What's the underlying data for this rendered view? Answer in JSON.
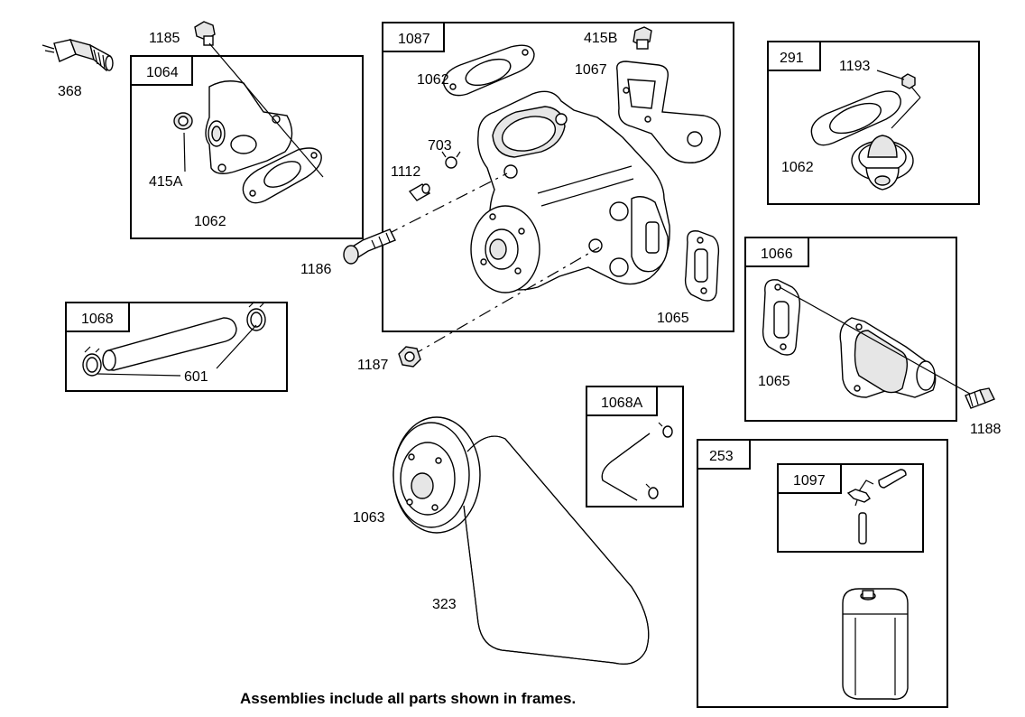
{
  "frames": {
    "f1087": "1087",
    "f1064": "1064",
    "f291": "291",
    "f1068": "1068",
    "f1066": "1066",
    "f1068a": "1068A",
    "f253": "253",
    "f1097": "1097"
  },
  "labels": {
    "l368": "368",
    "l1185": "1185",
    "l415a": "415A",
    "l1062a": "1062",
    "l1062b": "1062",
    "l1062c": "1062",
    "l415b": "415B",
    "l1067": "1067",
    "l703": "703",
    "l1112": "1112",
    "l1186": "1186",
    "l1065a": "1065",
    "l1065b": "1065",
    "l1187": "1187",
    "l601": "601",
    "l1193": "1193",
    "l1188": "1188",
    "l1063": "1063",
    "l323": "323"
  },
  "footer": "Assemblies include all parts shown in frames."
}
